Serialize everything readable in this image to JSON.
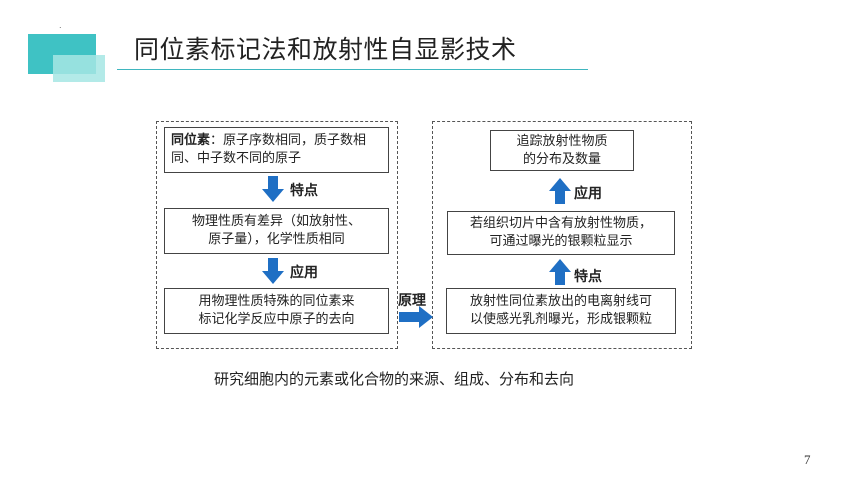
{
  "slide": {
    "title": "同位素标记法和放射性自显影技术",
    "dot": ".",
    "page_number": "7"
  },
  "left_panel": {
    "box1": {
      "term": "同位素",
      "text": "：原子序数相同，质子数相同、中子数不同的原子"
    },
    "arrow1_label": "特点",
    "box2": {
      "line1": "物理性质有差异（如放射性、",
      "line2": "原子量），化学性质相同"
    },
    "arrow2_label": "应用",
    "box3": {
      "line1": "用物理性质特殊的同位素来",
      "line2": "标记化学反应中原子的去向"
    }
  },
  "connector": {
    "label": "原理"
  },
  "right_panel": {
    "box1": {
      "line1": "追踪放射性物质",
      "line2": "的分布及数量"
    },
    "arrow1_label": "应用",
    "box2": {
      "line1": "若组织切片中含有放射性物质，",
      "line2": "可通过曝光的银颗粒显示"
    },
    "arrow2_label": "特点",
    "box3": {
      "line1": "放射性同位素放出的电离射线可",
      "line2": "以使感光乳剂曝光，形成银颗粒"
    }
  },
  "summary": "研究细胞内的元素或化合物的来源、组成、分布和去向",
  "colors": {
    "accent": "#3fc2c4",
    "accent_light": "#a6e6e4",
    "arrow_blue": "#1f6fc4",
    "title_rule": "#3fb6bf"
  },
  "icons": {
    "down_arrow": "down-arrow-icon",
    "up_arrow": "up-arrow-icon",
    "right_arrow": "right-arrow-icon"
  }
}
